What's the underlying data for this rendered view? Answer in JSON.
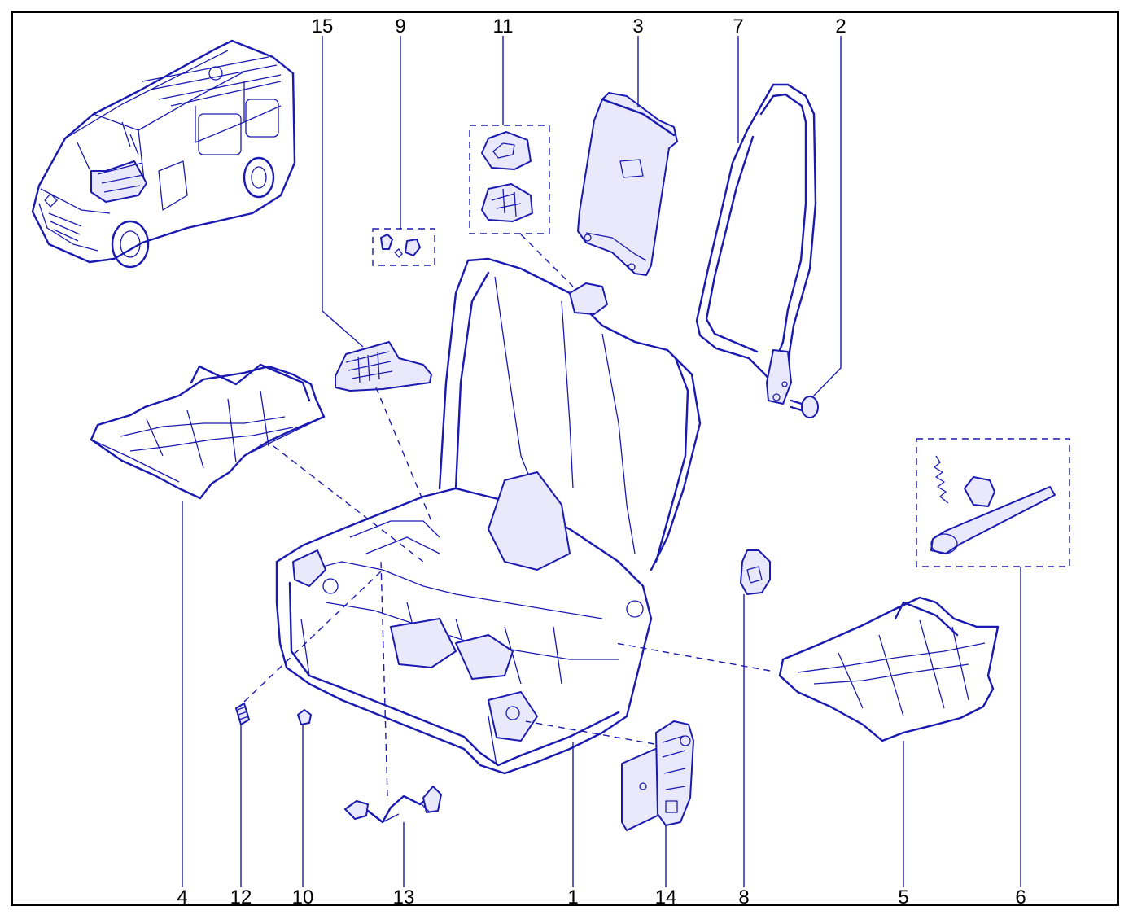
{
  "colors": {
    "line": "#1a1ab0",
    "frame": "#000000",
    "background": "#ffffff"
  },
  "callouts": [
    {
      "id": "c15",
      "label": "15"
    },
    {
      "id": "c9",
      "label": "9"
    },
    {
      "id": "c11",
      "label": "11"
    },
    {
      "id": "c3",
      "label": "3"
    },
    {
      "id": "c7",
      "label": "7"
    },
    {
      "id": "c2",
      "label": "2"
    },
    {
      "id": "c4",
      "label": "4"
    },
    {
      "id": "c12",
      "label": "12"
    },
    {
      "id": "c10",
      "label": "10"
    },
    {
      "id": "c13",
      "label": "13"
    },
    {
      "id": "c1",
      "label": "1"
    },
    {
      "id": "c14",
      "label": "14"
    },
    {
      "id": "c8",
      "label": "8"
    },
    {
      "id": "c5",
      "label": "5"
    },
    {
      "id": "c6",
      "label": "6"
    }
  ]
}
